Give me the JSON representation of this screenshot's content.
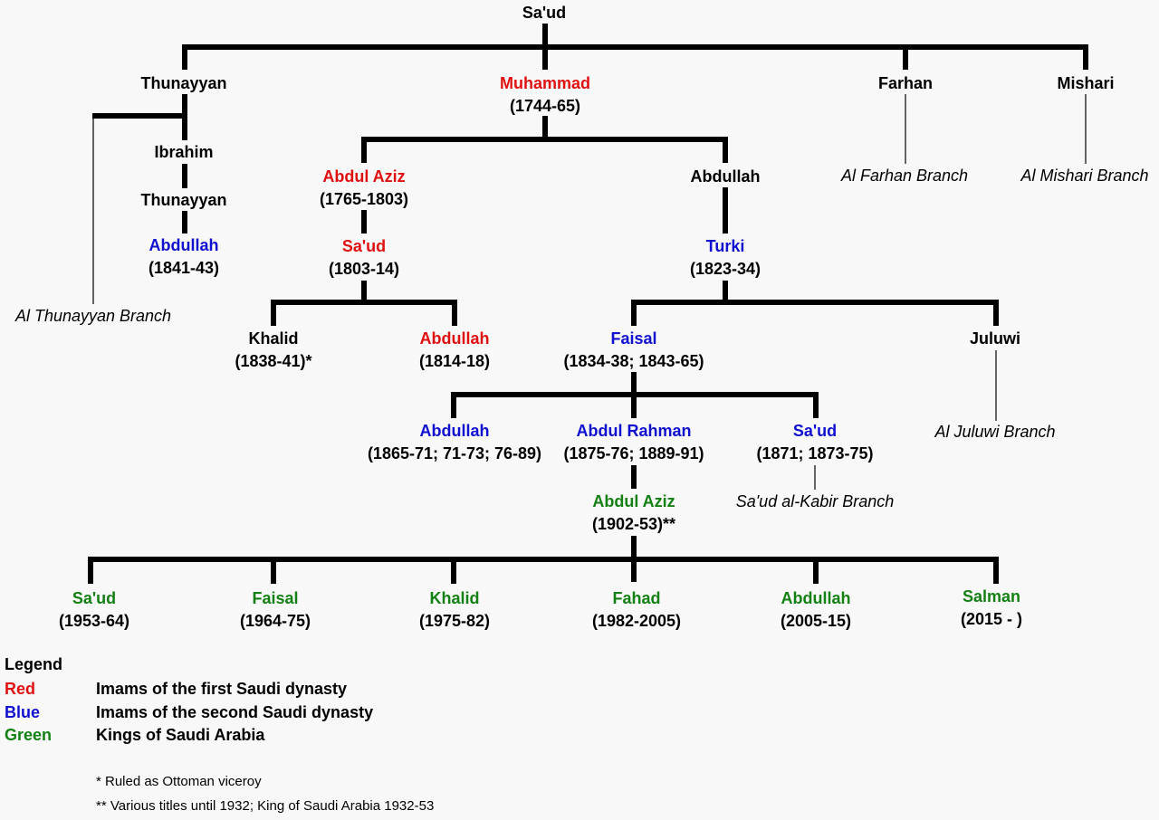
{
  "nodes": {
    "saud_root": {
      "name": "Sa'ud",
      "years": ""
    },
    "thunayyan1": {
      "name": "Thunayyan",
      "years": ""
    },
    "muhammad": {
      "name": "Muhammad",
      "years": "(1744-65)"
    },
    "farhan": {
      "name": "Farhan",
      "years": ""
    },
    "mishari": {
      "name": "Mishari",
      "years": ""
    },
    "ibrahim": {
      "name": "Ibrahim",
      "years": ""
    },
    "thunayyan2": {
      "name": "Thunayyan",
      "years": ""
    },
    "abdullah_t": {
      "name": "Abdullah",
      "years": "(1841-43)"
    },
    "abdul_aziz1": {
      "name": "Abdul Aziz",
      "years": "(1765-1803)"
    },
    "abdullah_m": {
      "name": "Abdullah",
      "years": ""
    },
    "saud1": {
      "name": "Sa'ud",
      "years": "(1803-14)"
    },
    "turki": {
      "name": "Turki",
      "years": "(1823-34)"
    },
    "khalid1": {
      "name": "Khalid",
      "years": "(1838-41)*"
    },
    "abdullah1": {
      "name": "Abdullah",
      "years": "(1814-18)"
    },
    "faisal1": {
      "name": "Faisal",
      "years": "(1834-38; 1843-65)"
    },
    "juluwi": {
      "name": "Juluwi",
      "years": ""
    },
    "abdullah2": {
      "name": "Abdullah",
      "years": "(1865-71; 71-73; 76-89)"
    },
    "abdul_rahman": {
      "name": "Abdul Rahman",
      "years": "(1875-76; 1889-91)"
    },
    "saud2": {
      "name": "Sa'ud",
      "years": "(1871; 1873-75)"
    },
    "abdul_aziz2": {
      "name": "Abdul Aziz",
      "years": "(1902-53)**"
    },
    "king_saud": {
      "name": "Sa'ud",
      "years": "(1953-64)"
    },
    "king_faisal": {
      "name": "Faisal",
      "years": "(1964-75)"
    },
    "king_khalid": {
      "name": "Khalid",
      "years": "(1975-82)"
    },
    "king_fahad": {
      "name": "Fahad",
      "years": "(1982-2005)"
    },
    "king_abdullah": {
      "name": "Abdullah",
      "years": "(2005-15)"
    },
    "king_salman": {
      "name": "Salman",
      "years": "(2015 - )"
    }
  },
  "branches": {
    "thunayyan": "Al Thunayyan Branch",
    "farhan": "Al Farhan Branch",
    "mishari": "Al Mishari Branch",
    "juluwi": "Al Juluwi Branch",
    "saud_kabir": "Sa'ud al-Kabir Branch"
  },
  "legend": {
    "title": "Legend",
    "items": [
      {
        "key": "Red",
        "label": "Imams of the first Saudi dynasty",
        "color": "#e01010"
      },
      {
        "key": "Blue",
        "label": "Imams of the second Saudi dynasty",
        "color": "#1010d0"
      },
      {
        "key": "Green",
        "label": "Kings of Saudi Arabia",
        "color": "#128012"
      }
    ]
  },
  "notes": [
    "* Ruled as Ottoman viceroy",
    "** Various titles until 1932; King of Saudi Arabia 1932-53"
  ],
  "colors": {
    "first_dynasty": "#e01010",
    "second_dynasty": "#1010d0",
    "kings": "#128012",
    "lines": "#000000",
    "background": "#f8f8f8"
  }
}
